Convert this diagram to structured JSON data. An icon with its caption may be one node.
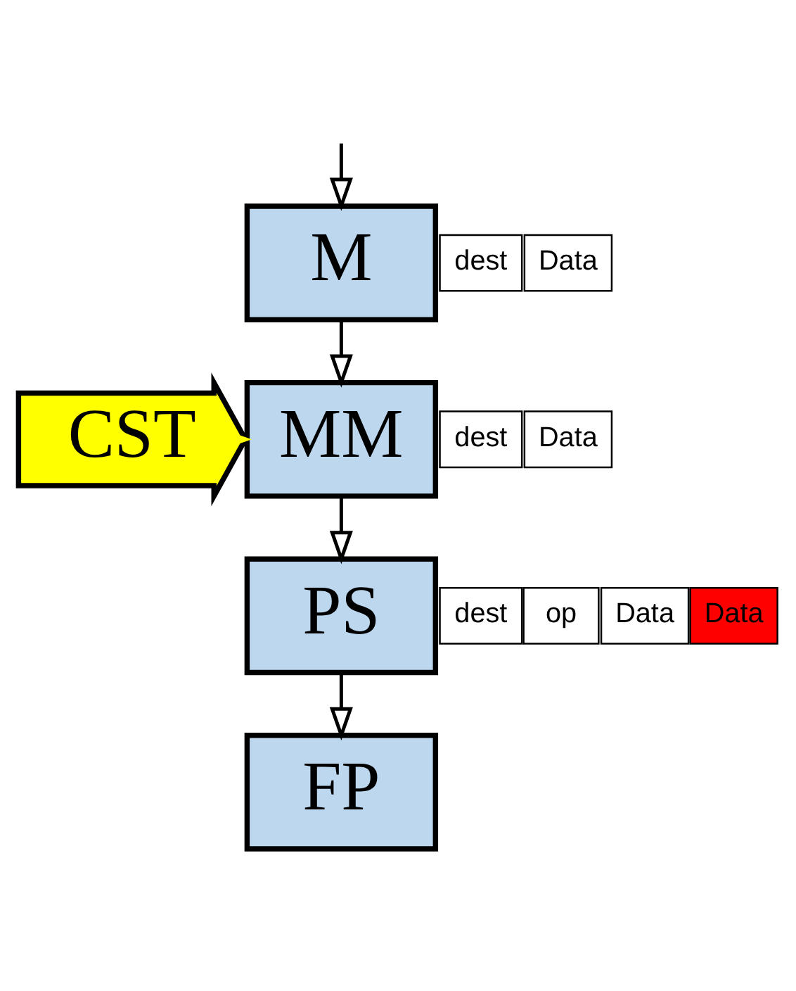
{
  "diagram": {
    "nodes": [
      {
        "text": [
          "M"
        ]
      },
      {
        "text": [
          "dest"
        ]
      },
      {
        "text": [
          "Data"
        ]
      },
      {
        "text": [
          "CST"
        ]
      },
      {
        "text": [
          "MM"
        ]
      },
      {
        "text": [
          "dest"
        ]
      },
      {
        "text": [
          "Data"
        ]
      },
      {
        "text": [
          "PS"
        ]
      },
      {
        "text": [
          "dest"
        ]
      },
      {
        "text": [
          "op"
        ]
      },
      {
        "text": [
          "Data"
        ]
      },
      {
        "text": [
          "Data"
        ]
      },
      {
        "text": [
          "FP"
        ]
      }
    ],
    "edges": [
      {
        "from": null,
        "to": 0,
        "arrow": "to"
      },
      {
        "from": 0,
        "to": 4,
        "arrow": "to"
      },
      {
        "from": 3,
        "to": 4,
        "arrow": "to",
        "color": "#ffff00"
      },
      {
        "from": 4,
        "to": 7,
        "arrow": "to"
      },
      {
        "from": 7,
        "to": 12,
        "arrow": "to"
      }
    ]
  }
}
